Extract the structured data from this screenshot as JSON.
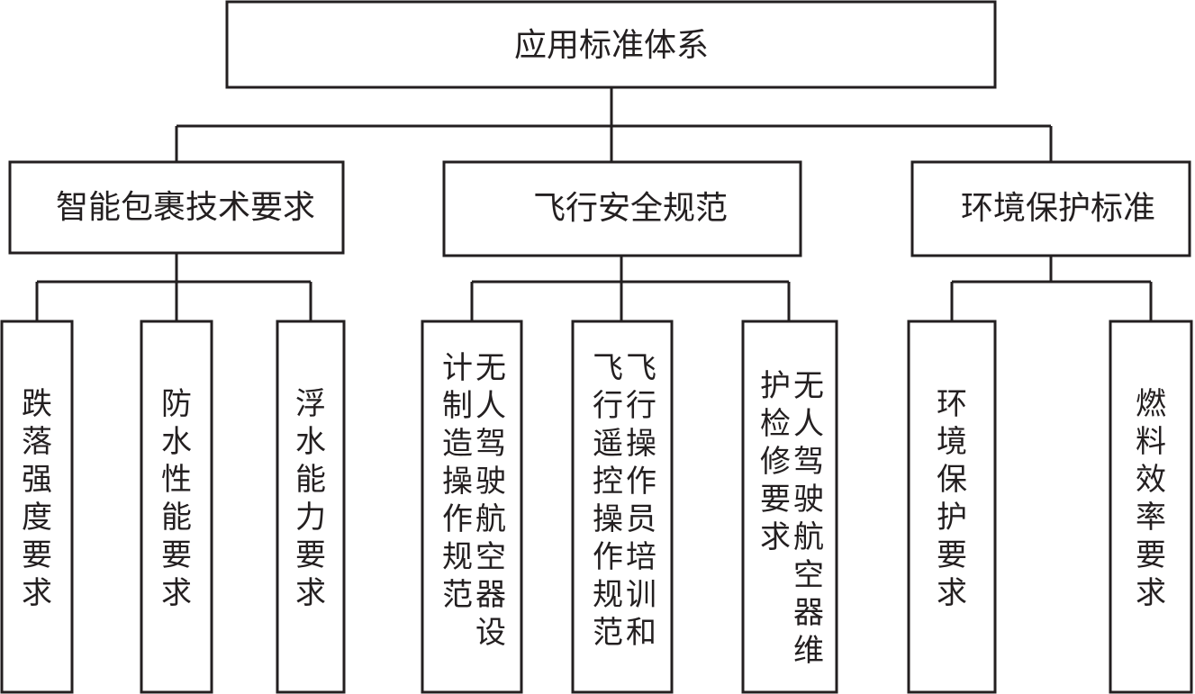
{
  "root": "应用标准体系",
  "categories": [
    {
      "label": "智能包裹技术要求",
      "children": [
        "跌落强度要求",
        "防水性能要求",
        "浮水能力要求"
      ]
    },
    {
      "label": "飞行安全规范",
      "children": [
        "无人驾驶航空器设计制造操作规范",
        "飞行操作员培训和飞行遥控操作规范",
        "无人驾驶航空器维护检修要求"
      ]
    },
    {
      "label": "环境保护标准",
      "children": [
        "环境保护要求",
        "燃料效率要求"
      ]
    }
  ]
}
